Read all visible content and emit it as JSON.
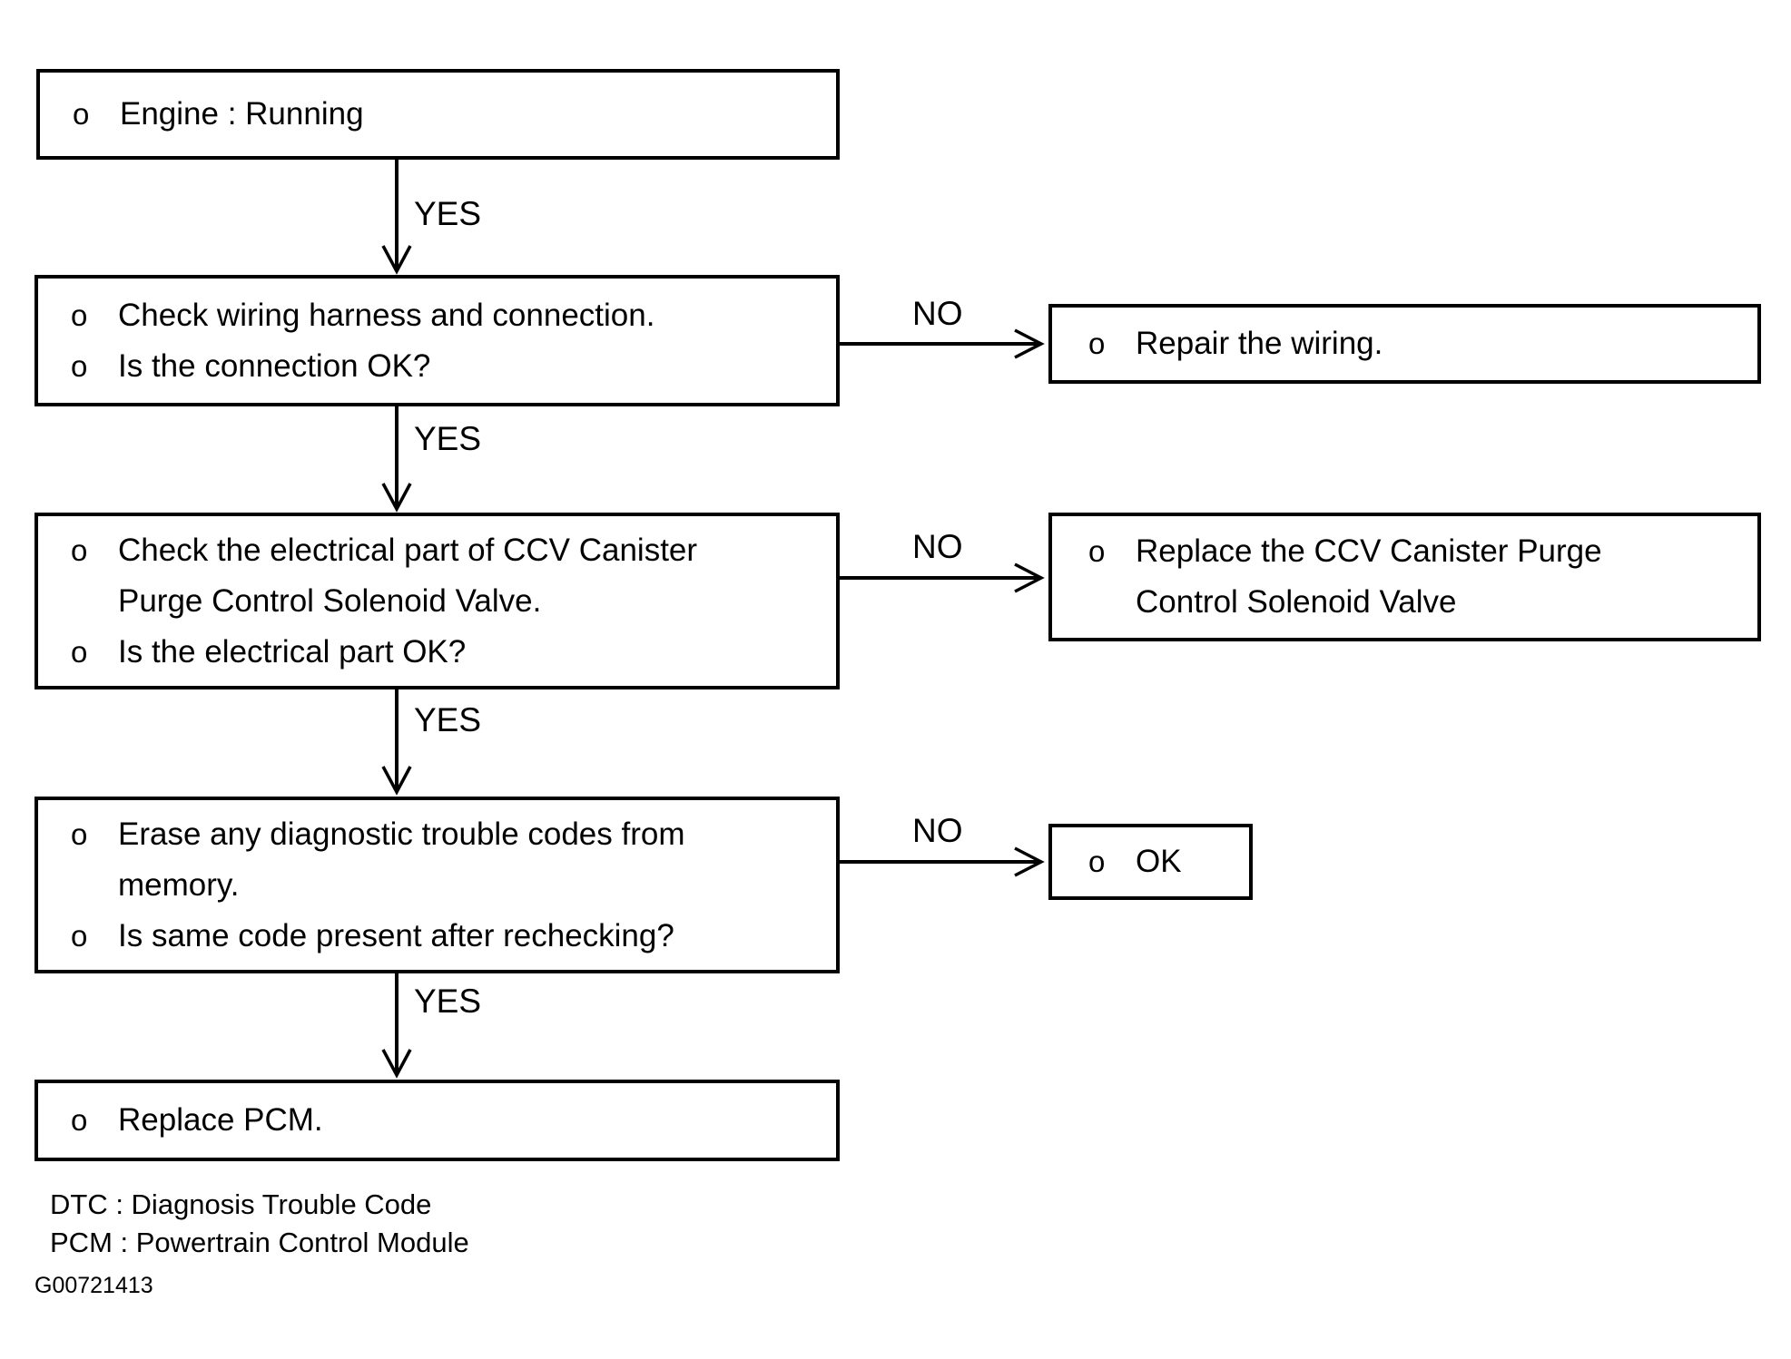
{
  "flowchart": {
    "bullet": "o",
    "boxes": {
      "engine": {
        "lines": [
          "Engine : Running"
        ]
      },
      "check_wiring": {
        "lines": [
          "Check wiring harness and connection.",
          "Is the connection OK?"
        ]
      },
      "repair_wiring": {
        "lines": [
          "Repair the wiring."
        ]
      },
      "check_valve_electrical": {
        "lines": [
          "Check the electrical part of CCV Canister",
          "Purge Control Solenoid Valve.",
          "Is the electrical part OK?"
        ]
      },
      "replace_valve": {
        "lines": [
          "Replace the CCV Canister Purge",
          "Control Solenoid Valve"
        ]
      },
      "erase_codes": {
        "lines": [
          "Erase any diagnostic trouble codes from",
          "memory.",
          "Is same code present after rechecking?"
        ]
      },
      "ok": {
        "lines": [
          "OK"
        ]
      },
      "replace_pcm": {
        "lines": [
          "Replace PCM."
        ]
      }
    },
    "connector_labels": {
      "yes1": "YES",
      "yes2": "YES",
      "yes3": "YES",
      "yes4": "YES",
      "no1": "NO",
      "no2": "NO",
      "no3": "NO"
    },
    "footnotes": {
      "dtc": "DTC : Diagnosis Trouble Code",
      "pcm": "PCM : Powertrain Control Module"
    },
    "figure_id": "G00721413",
    "colors": {
      "ink": "#000000",
      "background": "#ffffff"
    }
  }
}
